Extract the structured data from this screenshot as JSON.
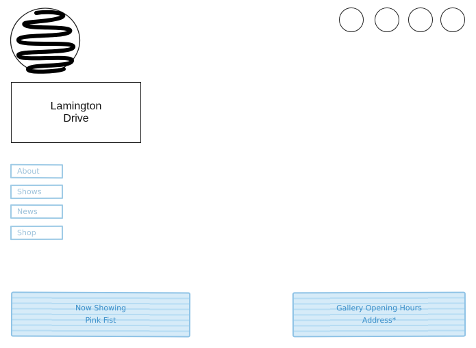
{
  "logo": {
    "icon": "spiral-icon"
  },
  "social": {
    "items": [
      {
        "icon": "social-circle-icon"
      },
      {
        "icon": "social-circle-icon"
      },
      {
        "icon": "social-circle-icon"
      },
      {
        "icon": "social-circle-icon"
      }
    ]
  },
  "site_title": {
    "line1": "Lamington",
    "line2": "Drive"
  },
  "nav": {
    "about": "About",
    "shows": "Shows",
    "news": "News",
    "shop": "Shop"
  },
  "panels": {
    "now_showing": {
      "line1": "Now Showing",
      "line2": "Pink Fist"
    },
    "gallery_info": {
      "line1": "Gallery Opening Hours",
      "line2": "Address*"
    }
  },
  "colors": {
    "nav_border": "#9fcbe6",
    "nav_text": "#9fc3db",
    "panel_fill": "#d6ebf8",
    "panel_stripe": "#b7dcf3",
    "panel_text": "#3b8fc9"
  }
}
